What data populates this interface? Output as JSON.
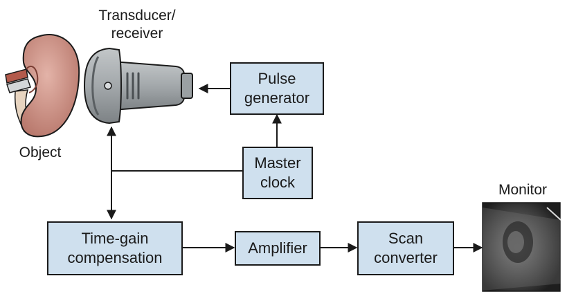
{
  "labels": {
    "transducer_line1": "Transducer/",
    "transducer_line2": "receiver",
    "object": "Object",
    "monitor": "Monitor"
  },
  "boxes": {
    "pulse_generator": {
      "line1": "Pulse",
      "line2": "generator"
    },
    "master_clock": {
      "line1": "Master",
      "line2": "clock"
    },
    "time_gain": {
      "line1": "Time-gain",
      "line2": "compensation"
    },
    "amplifier": {
      "line1": "Amplifier"
    },
    "scan_converter": {
      "line1": "Scan",
      "line2": "converter"
    }
  },
  "colors": {
    "box_fill": "#cfe0ee",
    "kidney": "#c98a7e",
    "probe": "#9ea3a6"
  }
}
